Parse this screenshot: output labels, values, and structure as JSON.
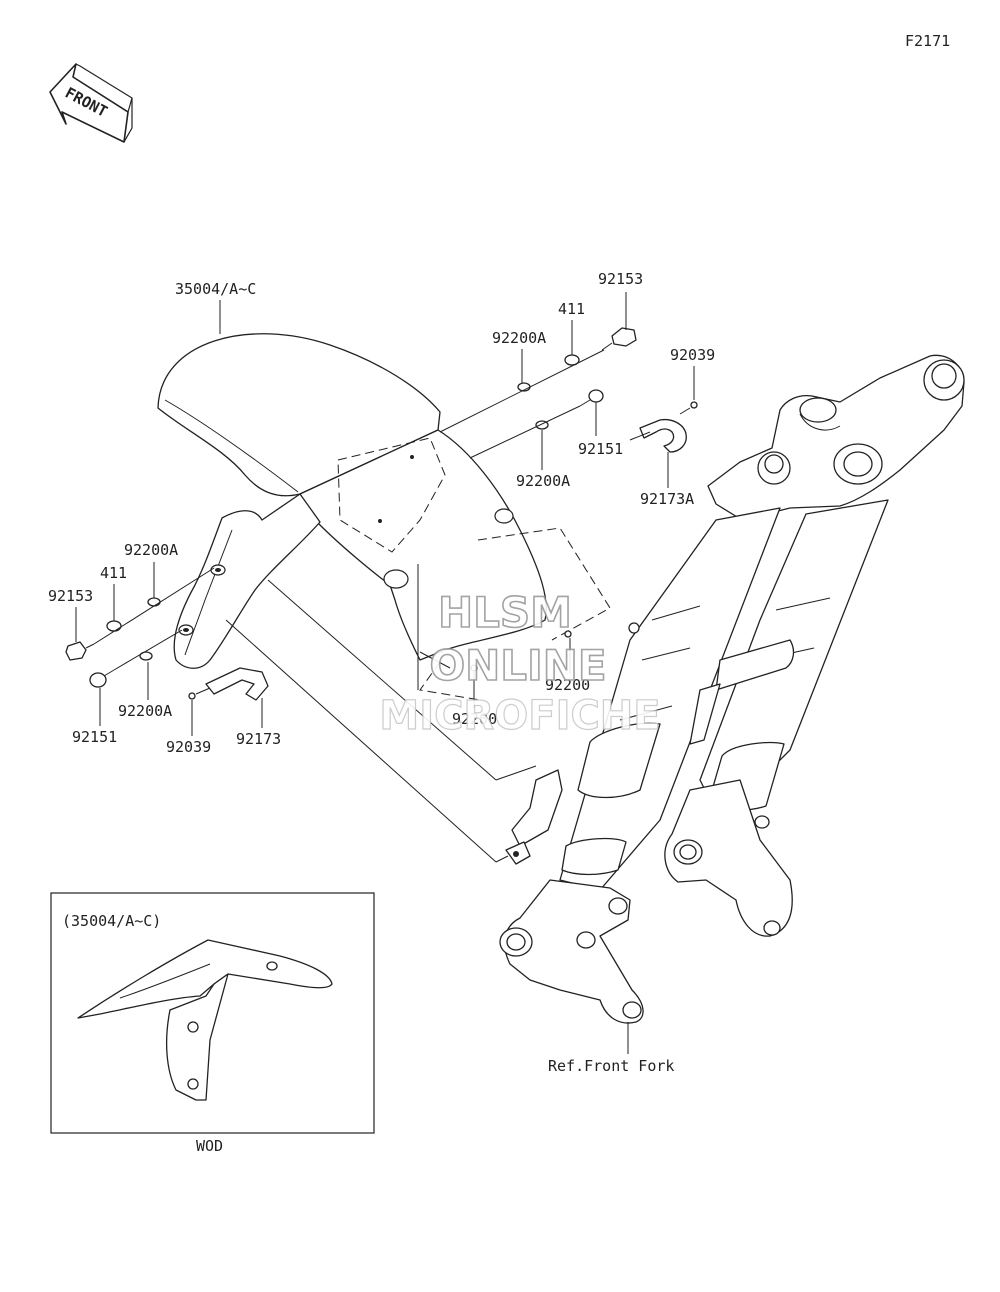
{
  "figure_code": "F2171",
  "front_arrow": "FRONT",
  "labels": {
    "fender": "35004/A~C",
    "bolt_top": "92153",
    "collar_top": "411",
    "washer_top": "92200A",
    "screw_clip": "92039",
    "bolt_mid": "92151",
    "washer_mid": "92200A",
    "clamp_right": "92173A",
    "washer_left_top": "92200A",
    "collar_left": "411",
    "bolt_left": "92153",
    "bolt_left_lower": "92151",
    "washer_left_lower": "92200A",
    "screw_left": "92039",
    "clamp_left": "92173",
    "nut_right": "92200",
    "nut_center": "92200",
    "ref_front_fork": "Ref.Front Fork"
  },
  "inset": {
    "label": "(35004/A~C)",
    "caption": "WOD"
  },
  "watermark": {
    "line1": "HLSM",
    "line2": "ONLINE",
    "line3": "MICROFICHE"
  }
}
